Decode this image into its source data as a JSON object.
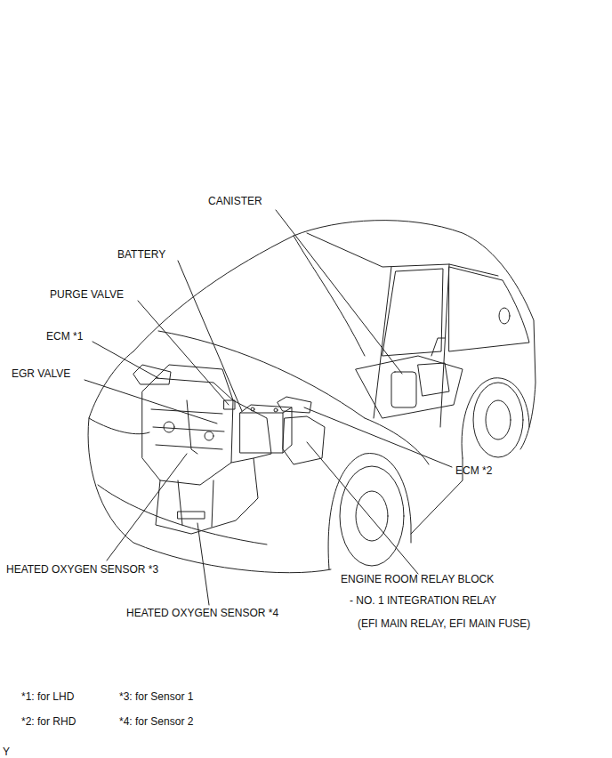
{
  "diagram": {
    "labels": [
      "CANISTER",
      "BATTERY",
      "PURGE VALVE",
      "ECM *1",
      "EGR VALVE",
      "ECM *2",
      "HEATED OXYGEN SENSOR *3",
      "HEATED OXYGEN SENSOR *4",
      "ENGINE ROOM RELAY BLOCK",
      "- NO. 1 INTEGRATION RELAY",
      "(EFI MAIN RELAY, EFI MAIN FUSE)",
      "*1: for LHD",
      "*3: for Sensor 1",
      "*2: for RHD",
      "*4: for Sensor 2",
      "Y"
    ]
  }
}
